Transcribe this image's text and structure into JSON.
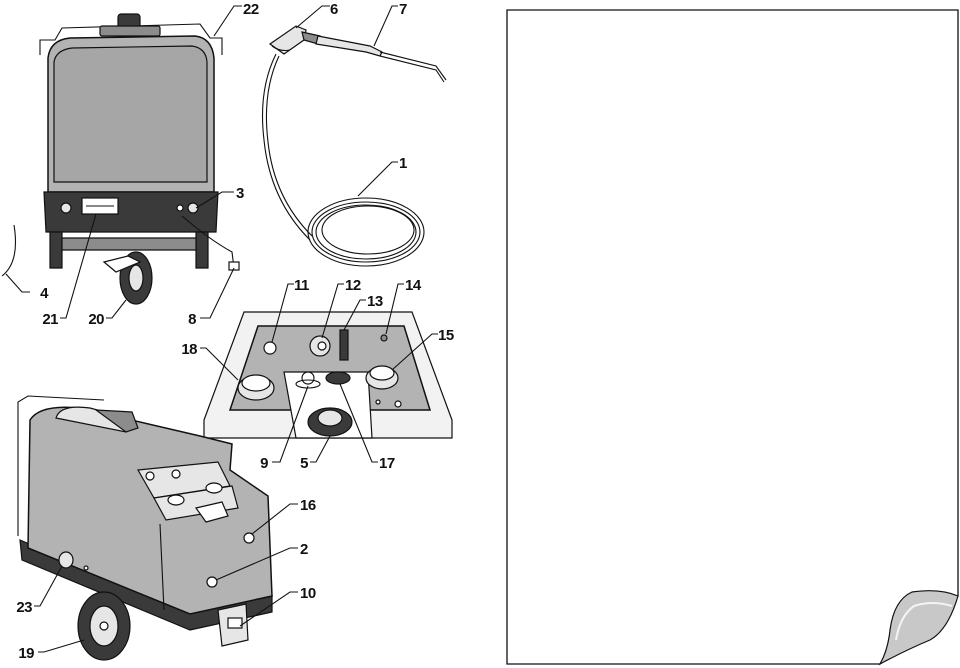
{
  "callouts": {
    "c1": "1",
    "c2": "2",
    "c3": "3",
    "c4": "4",
    "c5": "5",
    "c6": "6",
    "c7": "7",
    "c8": "8",
    "c9": "9",
    "c10": "10",
    "c11": "11",
    "c12": "12",
    "c13": "13",
    "c14": "14",
    "c15": "15",
    "c16": "16",
    "c17": "17",
    "c18": "18",
    "c19": "19",
    "c20": "20",
    "c21": "21",
    "c22": "22",
    "c23": "23"
  },
  "colors": {
    "housing": "#b3b3b3",
    "base": "#3a3a3a",
    "outline": "#111111",
    "page": "#ffffff",
    "page_curl": "#c8c8c8"
  },
  "icons": {
    "machine_rear": "pressure-washer-rear-view",
    "spray_gun": "spray-gun-lance",
    "hose": "coiled-hose",
    "panel": "control-panel",
    "machine_front": "pressure-washer-front-view",
    "notes_page": "blank-page-curled-corner"
  }
}
